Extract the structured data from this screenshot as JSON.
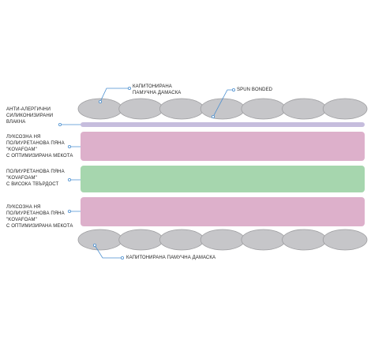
{
  "colors": {
    "quilt_fill": "#c6c6c9",
    "quilt_stroke": "#9c9c9f",
    "fiber_layer": "#c6bddd",
    "luxury_foam": "#ddb0cb",
    "hard_foam": "#a6d6ae",
    "callout_line": "#4a8fd0"
  },
  "labels": {
    "top_damask": [
      "КАПИТОНИРАНА",
      "ПАМУЧНА ДАМАСКА"
    ],
    "spun_bonded": [
      "SPUN BONDED"
    ],
    "fibers": [
      "АНТИ-АЛЕРГИЧНИ",
      "СИЛИКОНИЗИРАНИ",
      "ВЛАКНА"
    ],
    "luxury_foam_top": [
      "ЛУКСОЗНА НЯ",
      "ПОЛИУРЕТАНОВА ПЯНА",
      "\"KOVAFOAM\"",
      "С ОПТИМИЗИРАНА МЕКОТА"
    ],
    "hard_foam": [
      "ПОЛИУРЕТАНОВА ПЯНА",
      "\"KOVAFOAM\"",
      "С ВИСОКА ТВЪРДОСТ"
    ],
    "luxury_foam_bottom": [
      "ЛУКСОЗНА НЯ",
      "ПОЛИУРЕТАНОВА ПЯНА",
      "\"KOVAFOAM\"",
      "С ОПТИМИЗИРАНА МЕКОТА"
    ],
    "bottom_damask": [
      "КАПИТОНИРАНА ПАМУЧНА ДАМАСКА"
    ]
  }
}
